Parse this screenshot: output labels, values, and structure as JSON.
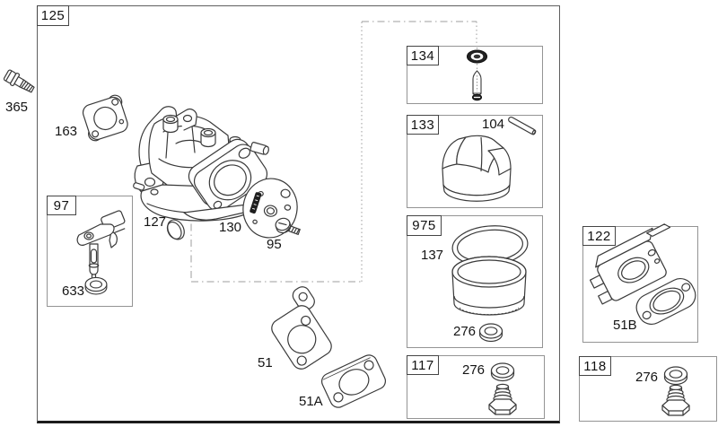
{
  "diagram": {
    "frame_label": "125",
    "loose_parts": {
      "bolt": "365",
      "mounting_gasket": "163",
      "welch_plug": "127",
      "diaphragm_plate": "130",
      "screw": "95",
      "carb_gasket": "51",
      "lower_gasket": "51A"
    },
    "kit_boxes": {
      "kit_97": {
        "label": "97",
        "seal_washer": "633"
      },
      "kit_134": {
        "label": "134"
      },
      "kit_133": {
        "label": "133",
        "float_hinge_pin": "104"
      },
      "kit_975": {
        "label": "975",
        "o_ring": "137",
        "washer": "276"
      },
      "kit_117": {
        "label": "117",
        "washer": "276"
      },
      "kit_118": {
        "label": "118",
        "washer": "276"
      },
      "kit_122": {
        "label": "122",
        "spacer_gasket": "51B"
      }
    },
    "colors": {
      "line": "#3a3a3a",
      "frame_border": "#5f5f5f",
      "kit_border": "#949494",
      "background": "#ffffff"
    }
  }
}
